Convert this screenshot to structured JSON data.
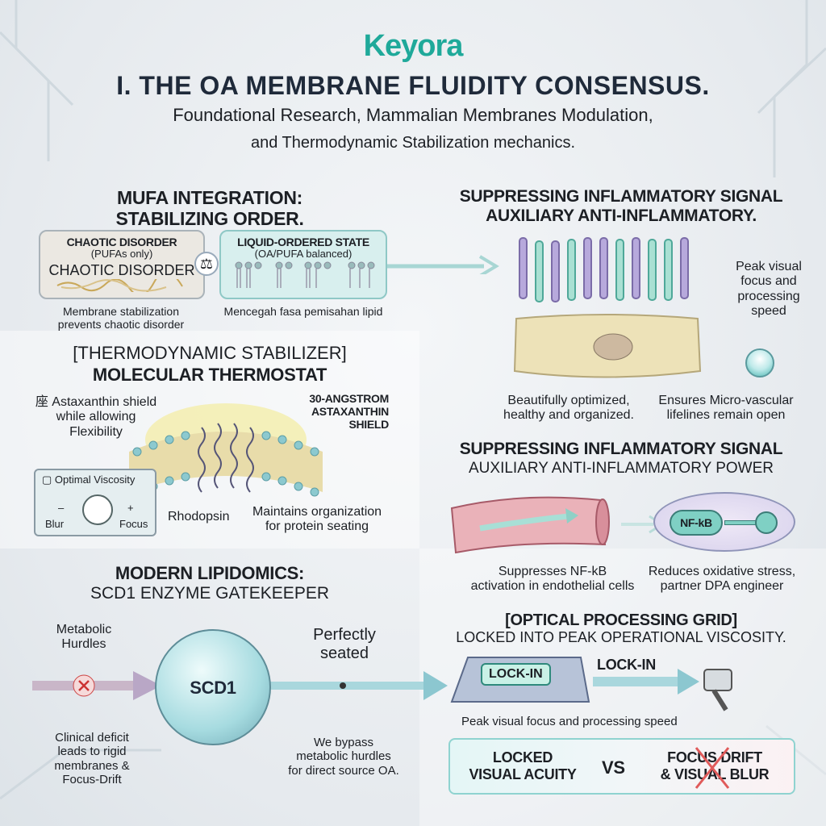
{
  "logo": "Keyora",
  "title": "I. THE OA MEMBRANE FLUIDITY CONSENSUS.",
  "subtitle": [
    "Foundational Research, Mammalian Membranes Modulation,",
    "and Thermodynamic Stabilization mechanics."
  ],
  "mufa": {
    "heading": [
      "MUFA INTEGRATION:",
      "STABILIZING ORDER."
    ],
    "chaotic": {
      "title": "CHAOTIC DISORDER",
      "note": "(PUFAs only)",
      "label": "CHAOTIC DISORDER",
      "caption": [
        "Membrane stabilization",
        "prevents chaotic disorder"
      ]
    },
    "ordered": {
      "title": "LIQUID-ORDERED STATE",
      "note": "(OA/PUFA balanced)",
      "caption": "Mencegah fasa pemisahan lipid"
    },
    "balance_icon": "scales-icon"
  },
  "thermo": {
    "heading_bracket": "[THERMODYNAMIC STABILIZER]",
    "heading": "MOLECULAR THERMOSTAT",
    "left_note": [
      "座 Astaxanthin shield",
      "while allowing",
      "Flexibility"
    ],
    "shield_label": [
      "30-ANGSTROM",
      "ASTAXANTHIN",
      "SHIELD"
    ],
    "rhodopsin": "Rhodopsin",
    "organization": [
      "Maintains organization",
      "for protein seating"
    ],
    "viscosity": {
      "label": "Optimal Viscosity",
      "minus": "–",
      "plus": "+",
      "left": "Blur",
      "right": "Focus"
    }
  },
  "lipidomics": {
    "heading": "MODERN LIPIDOMICS:",
    "subheading": "SCD1 ENZYME GATEKEEPER",
    "hurdles": [
      "Metabolic",
      "Hurdles"
    ],
    "enzyme": "SCD1",
    "seated": [
      "Perfectly",
      "seated"
    ],
    "deficit": [
      "Clinical deficit",
      "leads to rigid",
      "membranes &",
      "Focus-Drift"
    ],
    "bypass": [
      "We bypass",
      "metabolic hurdles",
      "for direct source OA."
    ]
  },
  "retina": {
    "heading": [
      "SUPPRESSING INFLAMMATORY SIGNAL",
      "AUXILIARY ANTI-INFLAMMATORY."
    ],
    "peak": [
      "Peak visual",
      "focus and",
      "processing",
      "speed"
    ],
    "optimized": [
      "Beautifully optimized,",
      "healthy and organized."
    ],
    "vascular": [
      "Ensures Micro-vascular",
      "lifelines remain open"
    ]
  },
  "inflam": {
    "heading": "SUPPRESSING INFLAMMATORY SIGNAL",
    "subheading": "AUXILIARY ANTI-INFLAMMATORY POWER",
    "nfkb": "NF-kB",
    "suppresses": [
      "Suppresses NF-kB",
      "activation in endothelial cells"
    ],
    "reduces": [
      "Reduces oxidative stress,",
      "partner DPA engineer"
    ]
  },
  "optical": {
    "heading": "[OPTICAL PROCESSING GRID]",
    "subheading": "LOCKED INTO PEAK OPERATIONAL VISCOSITY.",
    "lock_badge": "LOCK-IN",
    "lock_label": "LOCK-IN",
    "caption": "Peak visual focus and processing speed",
    "left": [
      "LOCKED",
      "VISUAL ACUITY"
    ],
    "vs": "VS",
    "right": [
      "FOCUS DRIFT",
      "& VISUAL BLUR"
    ]
  },
  "colors": {
    "teal": "#1fa99a",
    "navy": "#1f2a3a",
    "purple": "#a99ccc",
    "pink": "#e3a6b0"
  }
}
